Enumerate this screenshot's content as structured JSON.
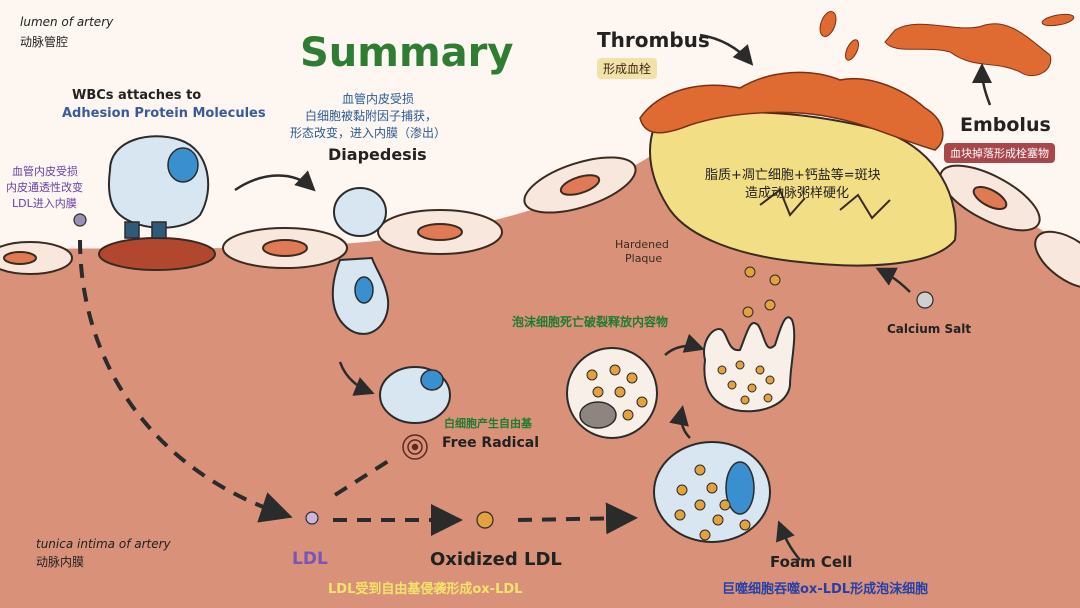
{
  "title": "Summary",
  "labels": {
    "lumen_en": "lumen of artery",
    "lumen_cn": "动脉管腔",
    "wbc_line1": "WBCs attaches to",
    "wbc_line2": "Adhesion Protein Molecules",
    "endo_cn_1": "血管内皮受损",
    "endo_cn_2": "白细胞被黏附因子捕获，",
    "endo_cn_3": "形态改变，进入内膜（渗出）",
    "diapedesis": "Diapedesis",
    "left_cn_1": "血管内皮受损",
    "left_cn_2": "内皮通透性改变",
    "left_cn_3": "LDL进入内膜",
    "thrombus": "Thrombus",
    "thrombus_cn": "形成血栓",
    "embolus": "Embolus",
    "embolus_cn": "血块掉落形成栓塞物",
    "plaque_cn_1": "脂质+凋亡细胞+钙盐等=斑块",
    "plaque_cn_2": "造成动脉粥样硬化",
    "hardened_1": "Hardened",
    "hardened_2": "Plaque",
    "calcium": "Calcium Salt",
    "foam_death_cn": "泡沫细胞死亡破裂释放内容物",
    "wbc_radical_cn": "白细胞产生自由基",
    "free_radical": "Free Radical",
    "tunica_en": "tunica intima of artery",
    "tunica_cn": "动脉内膜",
    "ldl": "LDL",
    "oxidized": "Oxidized LDL",
    "foam_cell": "Foam Cell",
    "ldl_cn": "LDL受到自由基侵袭形成ox-LDL",
    "foam_cn": "巨噬细胞吞噬ox-LDL形成泡沫细胞"
  },
  "colors": {
    "background": "#fdf6f1",
    "intima": "#d9917a",
    "cell_fill": "#f7e7dc",
    "cell_nucleus": "#e07a54",
    "thrombus": "#df6b32",
    "plaque": "#f2de85",
    "wbc": "#d8e6f2",
    "wbc_nucleus": "#3a8fcf",
    "title": "#2e7d32",
    "ldl_purple": "#7b55b5",
    "ox_ldl": "#e3a23c"
  }
}
